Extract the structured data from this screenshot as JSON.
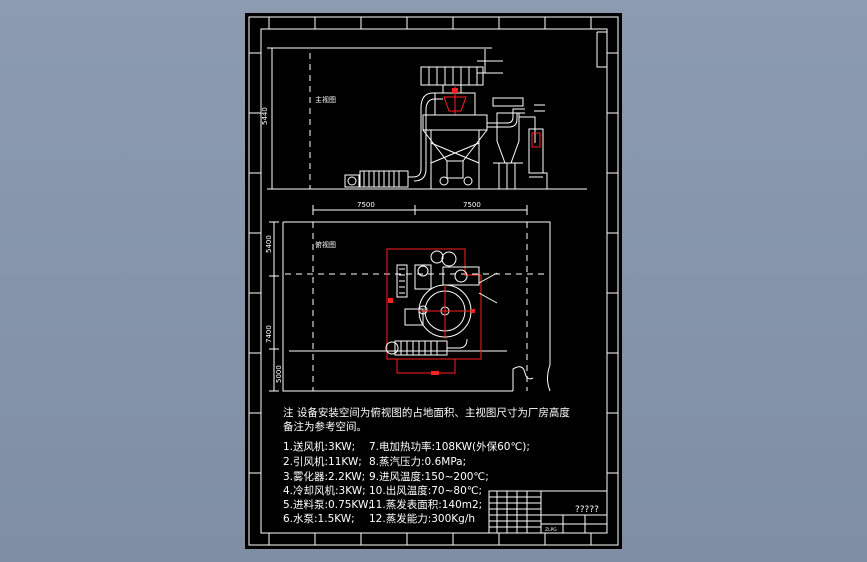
{
  "front_view": {
    "title": "主视图",
    "height_dim": "5440"
  },
  "top_view": {
    "title": "俯视图",
    "dim_top_left": "7500",
    "dim_top_right": "7500",
    "dim_left_1": "5400",
    "dim_left_2": "7400",
    "dim_left_3": "5000"
  },
  "notes": {
    "header_line1": "注 设备安装空间为俯视图的占地面积、主视图尺寸为厂房高度",
    "header_line2": "备注为参考空间。",
    "items": [
      "1.送风机:3KW;",
      "2.引风机:11KW;",
      "3.雾化器:2.2KW;",
      "4.冷却风机:3KW;",
      "5.进料泵:0.75KW;",
      "6.水泵:1.5KW;",
      "7.电加热功率:108KW(外保60℃);",
      "8.蒸汽压力:0.6MPa;",
      "9.进风温度:150~200℃;",
      "10.出风温度:70~80℃;",
      "11.蒸发表面积:140m2;",
      "12.蒸发能力:300Kg/h"
    ]
  },
  "title_block": {
    "title": "?????",
    "subtitle": "ZLPG"
  }
}
